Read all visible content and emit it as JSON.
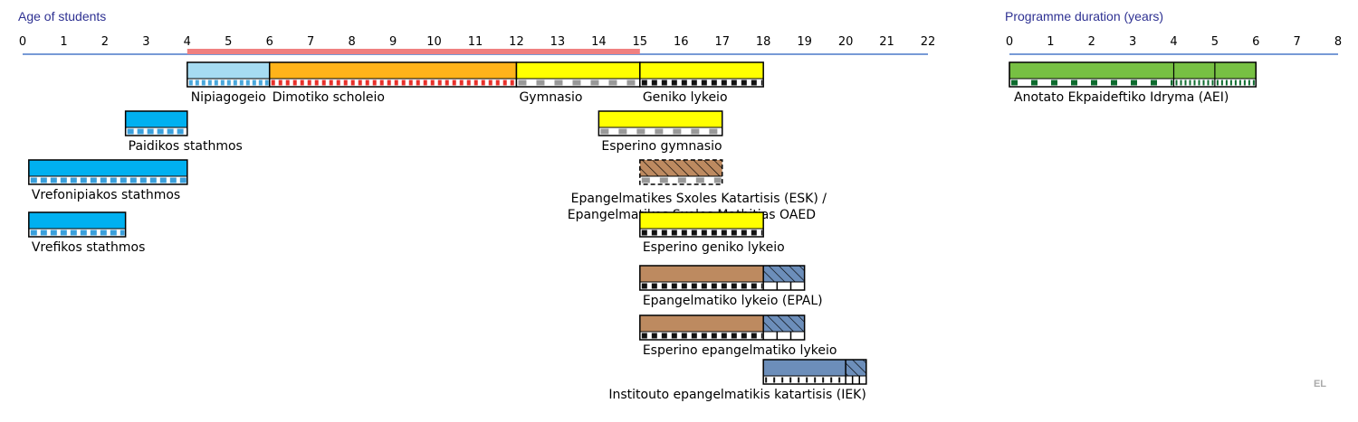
{
  "colors": {
    "axis_title": "#2e3192",
    "axis_line": "#4a78c8",
    "compulsory": "#f08080",
    "preprimary": "#a6dcf2",
    "primary": "#ffb31a",
    "secondary": "#ffff00",
    "vocational": "#bd8a60",
    "postsecondary": "#6c8eba",
    "tertiary": "#77c043",
    "childcare": "#00b0f0",
    "box_border": "#000000"
  },
  "age_axis": {
    "title": "Age of students",
    "min": 0,
    "max": 22,
    "ticks": [
      "0",
      "1",
      "2",
      "3",
      "4",
      "5",
      "6",
      "7",
      "8",
      "9",
      "10",
      "11",
      "12",
      "13",
      "14",
      "15",
      "16",
      "17",
      "18",
      "19",
      "20",
      "21",
      "22"
    ],
    "compulsory": {
      "start": 4,
      "end": 15
    }
  },
  "duration_axis": {
    "title": "Programme duration (years)",
    "min": 0,
    "max": 8,
    "ticks": [
      "0",
      "1",
      "2",
      "3",
      "4",
      "5",
      "6",
      "7",
      "8"
    ]
  },
  "programmes": [
    {
      "id": "nipiagogeio",
      "row": 0,
      "start": 4,
      "end": 6,
      "fill": "preprimary",
      "stripe": "preprimary",
      "label": "Nipiagogeio",
      "label_anchor": "middle"
    },
    {
      "id": "dimotiko",
      "row": 0,
      "start": 6,
      "end": 12,
      "fill": "primary",
      "stripe": "primary-red",
      "label": "Dimotiko scholeio",
      "label_anchor": "start"
    },
    {
      "id": "gymnasio",
      "row": 0,
      "start": 12,
      "end": 15,
      "fill": "secondary",
      "stripe": "grey",
      "label": "Gymnasio",
      "label_anchor": "start"
    },
    {
      "id": "geniko-lykeio",
      "row": 0,
      "start": 15,
      "end": 18,
      "fill": "secondary",
      "stripe": "black",
      "label": "Geniko lykeio",
      "label_anchor": "start"
    },
    {
      "id": "paidikos",
      "row": 1,
      "start": 2.5,
      "end": 4,
      "fill": "childcare",
      "stripe": "childcare",
      "label": "Paidikos stathmos",
      "label_anchor": "start"
    },
    {
      "id": "esperino-gymnasio",
      "row": 1,
      "start": 14,
      "end": 17,
      "fill": "secondary",
      "stripe": "grey",
      "label": "Esperino gymnasio",
      "label_anchor": "start"
    },
    {
      "id": "vrefonipiakos",
      "row": 2,
      "start": 0.15,
      "end": 4,
      "fill": "childcare",
      "stripe": "childcare",
      "label": "Vrefonipiakos stathmos",
      "label_anchor": "start"
    },
    {
      "id": "esk",
      "row": 2,
      "start": 15,
      "end": 17,
      "fill": "vocational",
      "stripe": "grey",
      "hatched": true,
      "dashed": true,
      "label": "Epangelmatikes Sxoles Katartisis (ESK) /",
      "label2": "Epangelmatikes Sxoles Mathitias OAED",
      "label_anchor": "end"
    },
    {
      "id": "vrefikos",
      "row": 3,
      "start": 0.15,
      "end": 2.5,
      "fill": "childcare",
      "stripe": "childcare",
      "label": "Vrefikos stathmos",
      "label_anchor": "start"
    },
    {
      "id": "esperino-geniko",
      "row": 3,
      "start": 15,
      "end": 18,
      "fill": "secondary",
      "stripe": "black",
      "label": "Esperino geniko lykeio",
      "label_anchor": "start"
    },
    {
      "id": "epal",
      "row": 4,
      "start": 15,
      "end": 18,
      "hatch_end": 19,
      "fill": "vocational",
      "stripe": "black",
      "label": "Epangelmatiko lykeio (EPAL)",
      "label_anchor": "start"
    },
    {
      "id": "esperino-epal",
      "row": 5,
      "start": 15,
      "end": 18,
      "hatch_end": 19,
      "fill": "vocational",
      "stripe": "black",
      "label": "Esperino epangelmatiko lykeio",
      "label_anchor": "start"
    },
    {
      "id": "iek",
      "row": 6,
      "start": 18,
      "end": 20,
      "hatch_end": 20.5,
      "fill": "postsecondary",
      "stripe": "white-dash",
      "label": "Institouto epangelmatikis katartisis (IEK)",
      "label_anchor": "end"
    }
  ],
  "tertiary": {
    "label": "Anotato Ekpaideftiko Idryma (AEI)",
    "segments": [
      {
        "start": 0,
        "end": 4,
        "stripe": "green"
      },
      {
        "start": 4,
        "end": 5,
        "stripe": "green-fine"
      },
      {
        "start": 5,
        "end": 6,
        "stripe": "green-fine"
      }
    ]
  },
  "country_code": "EL"
}
